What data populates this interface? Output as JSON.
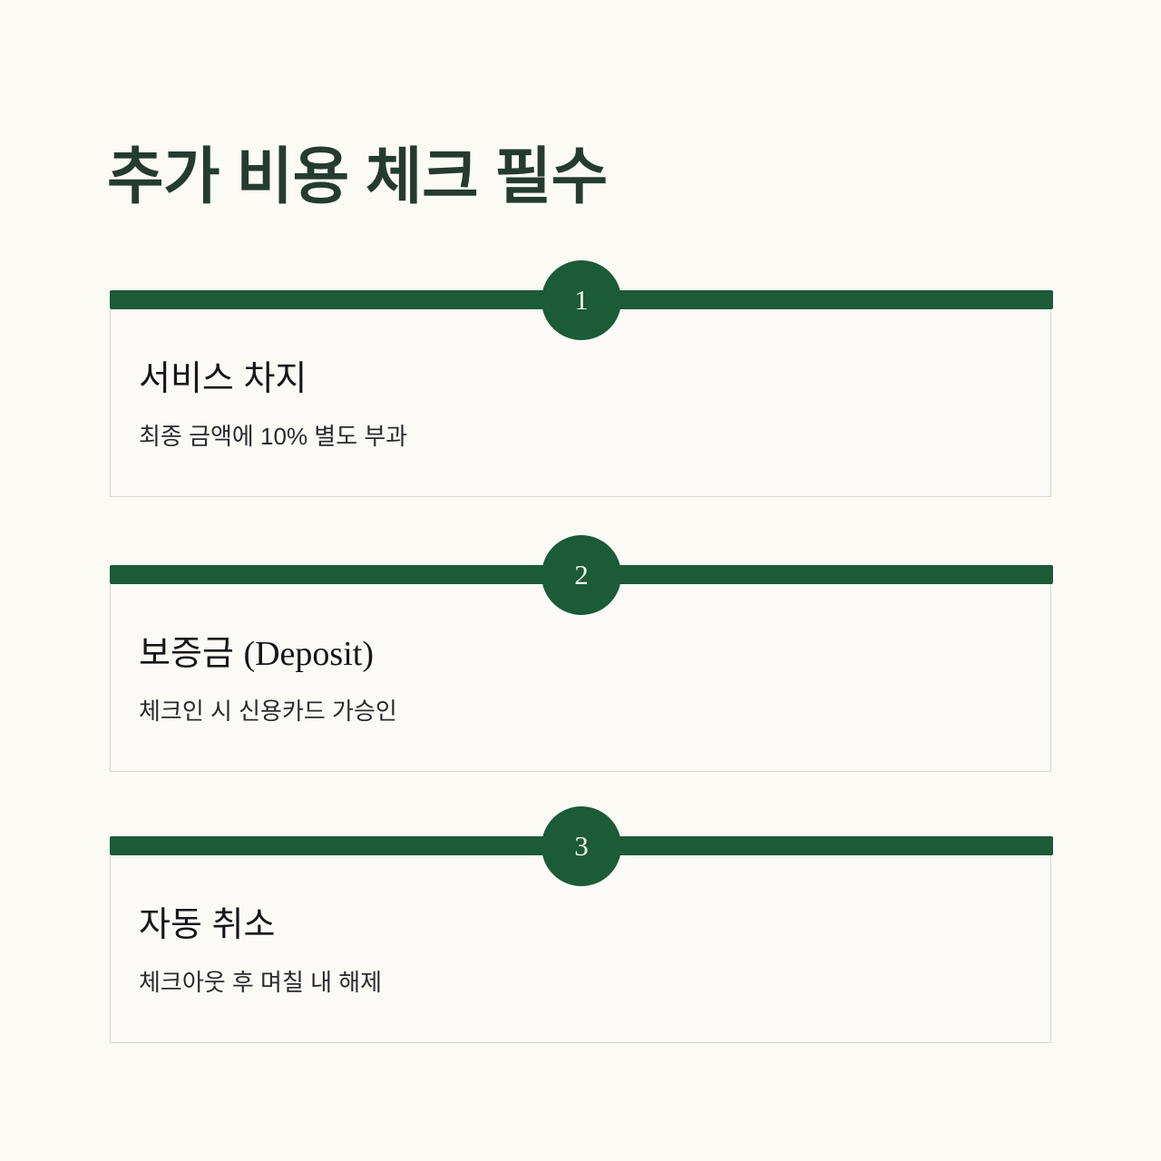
{
  "page": {
    "title": "추가 비용 체크 필수",
    "background_color": "#FCFAF5",
    "accent_color": "#1B5B37",
    "title_color": "#253B30",
    "card_background": "#FCFAF7",
    "card_border_color": "#DAD6CD",
    "badge_text_color": "#F7F5EF"
  },
  "steps": [
    {
      "number": "1",
      "heading": "서비스 차지",
      "heading_latin": "",
      "subtitle": "최종 금액에 10% 별도 부과"
    },
    {
      "number": "2",
      "heading": "보증금 ",
      "heading_latin": "(Deposit)",
      "subtitle": "체크인 시 신용카드 가승인"
    },
    {
      "number": "3",
      "heading": "자동 취소",
      "heading_latin": "",
      "subtitle": "체크아웃 후 며칠 내 해제"
    }
  ]
}
